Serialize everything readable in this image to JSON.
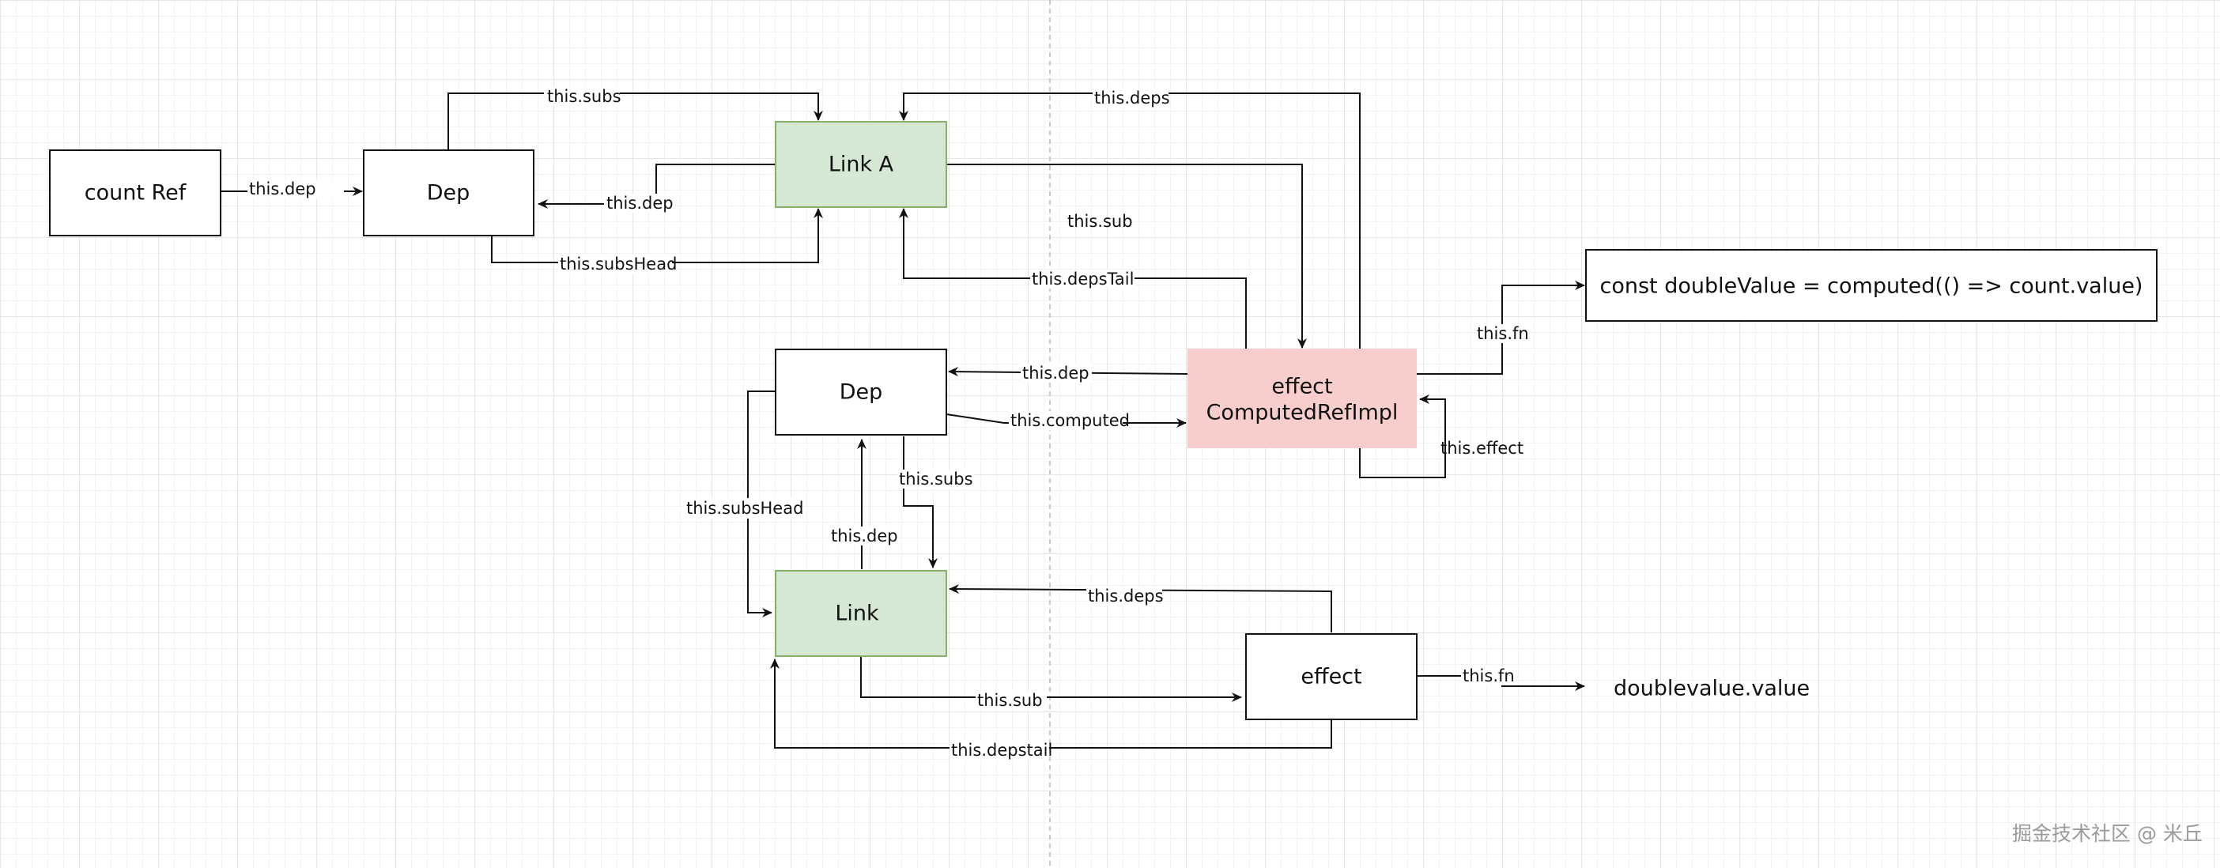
{
  "nodes": {
    "count_ref": "count Ref",
    "dep_top": "Dep",
    "link_a": "Link A",
    "dep_mid": "Dep",
    "link": "Link",
    "effect_computed": [
      "effect",
      "ComputedRefImpl"
    ],
    "effect_bottom": "effect",
    "const_code": "const doubleValue = computed(() => count.value)"
  },
  "edge_labels": {
    "count_to_dep": "this.dep",
    "dep_subs_to_linka": "this.subs",
    "linka_dep_to_dep": "this.dep",
    "dep_subshead_to_linka": "this.subsHead",
    "effect_deps_to_linka": "this.deps",
    "linka_sub_to_effect": "this.sub",
    "effect_depstail_to_linka": "this.depsTail",
    "effect_dep_to_dep": "this.dep",
    "dep_computed_to_effect": "this.computed",
    "effect_fn_to_const": "this.fn",
    "effect_self": "this.effect",
    "dep_subshead_to_link": "this.subsHead",
    "dep_subs_to_link": "this.subs",
    "link_dep_to_dep": "this.dep",
    "effect_deps_to_link": "this.deps",
    "link_sub_to_effect": "this.sub",
    "effect_depstail_to_link": "this.depstail",
    "effect_fn_to_value": "this.fn"
  },
  "plain_text": {
    "double_value": "doublevalue.value"
  },
  "watermark": "掘金技术社区 @ 米丘",
  "colors": {
    "link_fill": "#d5e8d4",
    "link_stroke": "#82b366",
    "effect_fill": "#f8cecc",
    "edge": "#111111",
    "grid": "#e6e6e6"
  }
}
